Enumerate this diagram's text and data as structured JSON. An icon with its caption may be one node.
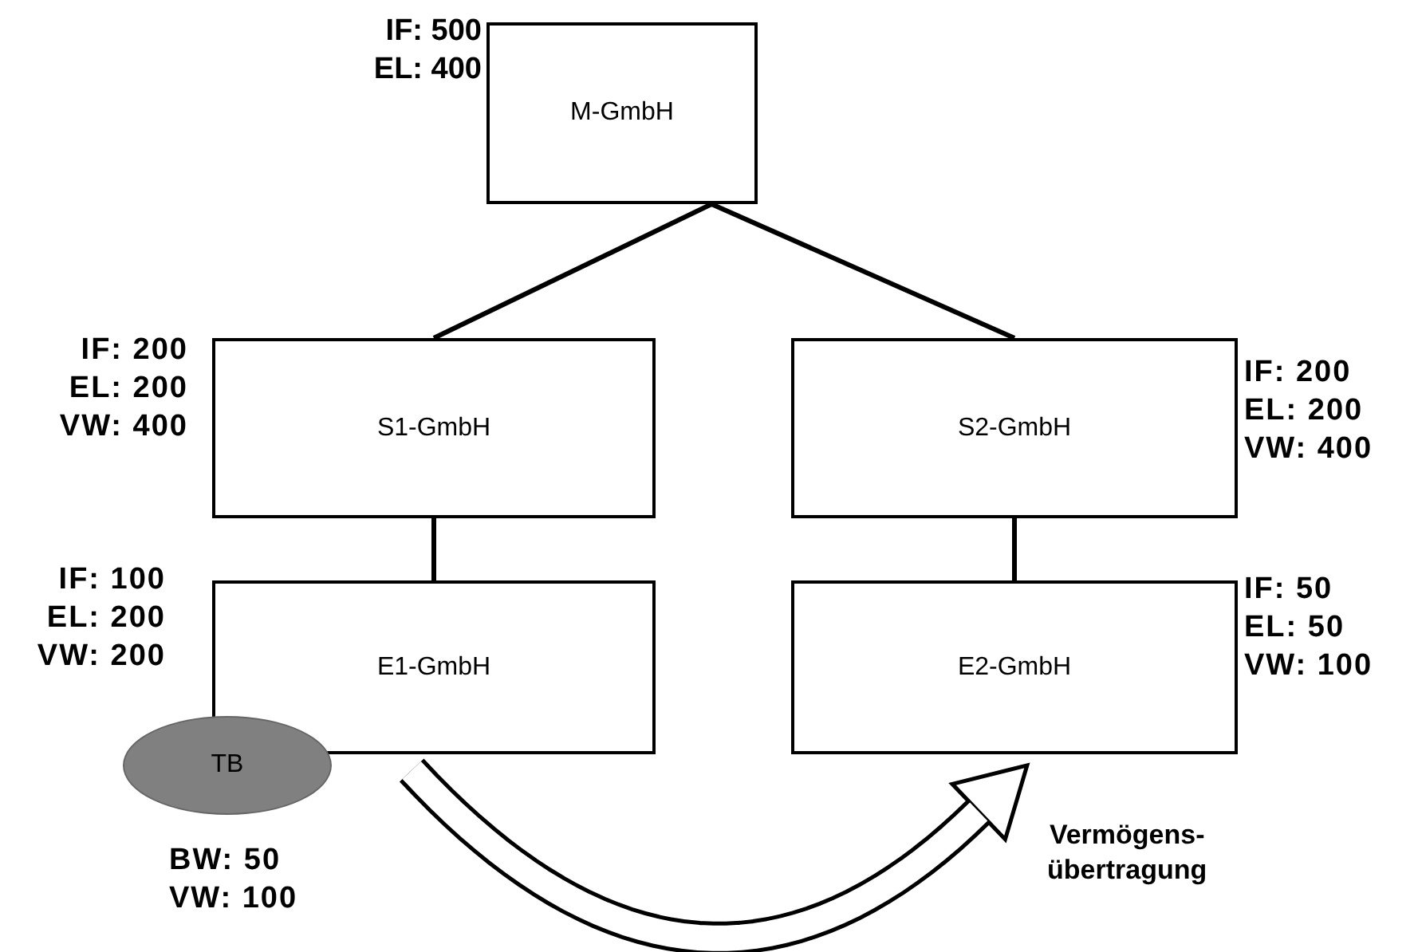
{
  "diagram": {
    "nodes": [
      {
        "text": [
          "M-GmbH"
        ],
        "beside": [
          "IF: 500",
          "EL: 400"
        ]
      },
      {
        "text": [
          "S1-GmbH"
        ],
        "beside": [
          "IF: 200",
          "EL: 200",
          "VW: 400"
        ]
      },
      {
        "text": [
          "S2-GmbH"
        ],
        "beside": [
          "IF: 200",
          "EL: 200",
          "VW: 400"
        ]
      },
      {
        "text": [
          "E1-GmbH"
        ],
        "beside": [
          "IF: 100",
          "EL: 200",
          "VW: 200"
        ]
      },
      {
        "text": [
          "E2-GmbH"
        ],
        "beside": [
          "IF: 50",
          "EL: 50",
          "VW: 100"
        ]
      },
      {
        "text": [
          "TB"
        ],
        "beside": [
          "BW: 50",
          "VW: 100"
        ]
      }
    ],
    "edges": [
      {
        "from": 0,
        "to": 1,
        "arrow": "none"
      },
      {
        "from": 0,
        "to": 2,
        "arrow": "none"
      },
      {
        "from": 1,
        "to": 3,
        "arrow": "none"
      },
      {
        "from": 2,
        "to": 4,
        "arrow": "none"
      },
      {
        "from": 3,
        "to": 4,
        "arrow": "to",
        "style": "thick",
        "label": "Vermögens- übertragung"
      }
    ]
  }
}
